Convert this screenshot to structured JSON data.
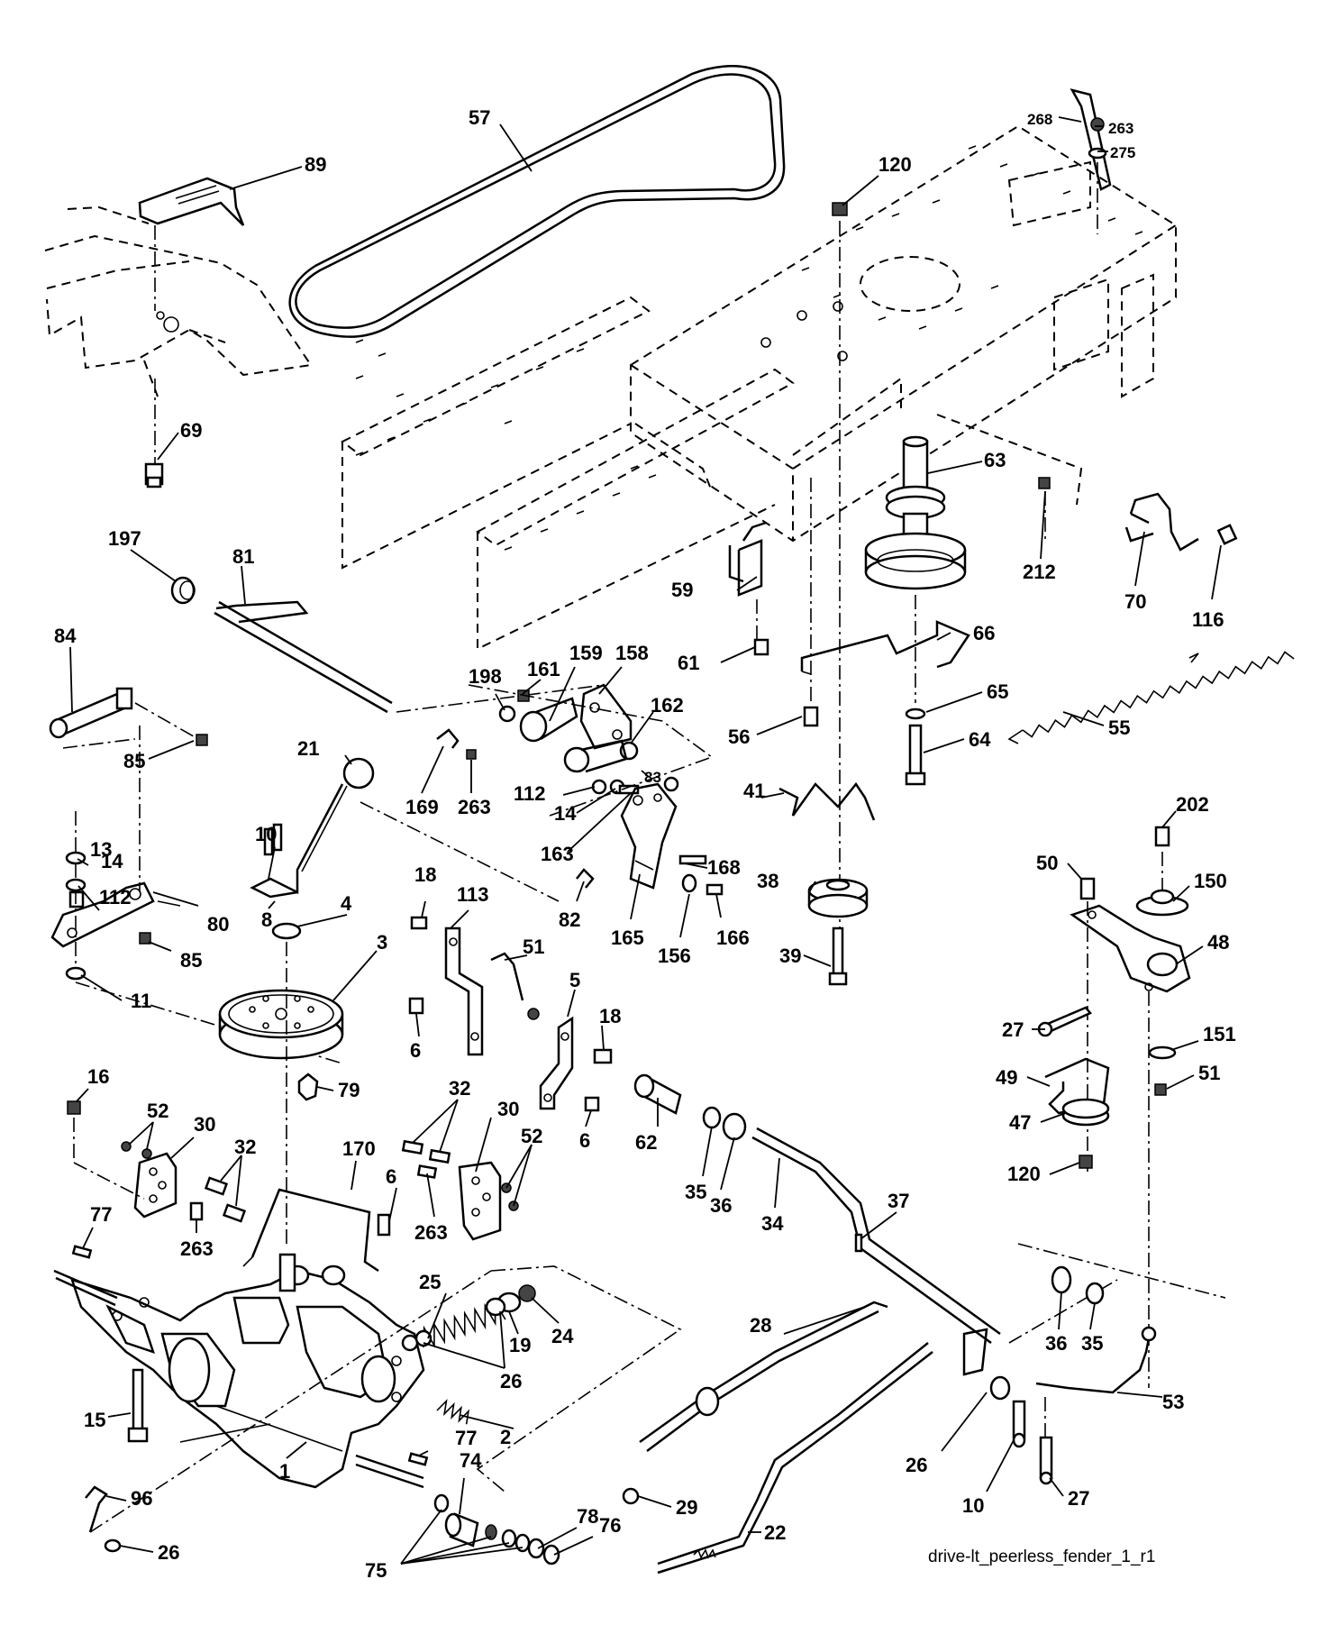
{
  "caption": "drive-lt_peerless_fender_1_r1",
  "part_numbers": [
    "57",
    "89",
    "120",
    "268",
    "263",
    "275",
    "69",
    "63",
    "212",
    "70",
    "116",
    "197",
    "81",
    "84",
    "85",
    "59",
    "61",
    "66",
    "65",
    "64",
    "55",
    "56",
    "198",
    "161",
    "159",
    "158",
    "162",
    "112",
    "14",
    "163",
    "83",
    "21",
    "169",
    "263",
    "10",
    "13",
    "14",
    "112",
    "80",
    "85",
    "11",
    "8",
    "4",
    "3",
    "168",
    "82",
    "165",
    "156",
    "166",
    "41",
    "38",
    "39",
    "202",
    "50",
    "150",
    "48",
    "27",
    "151",
    "51",
    "49",
    "47",
    "120",
    "18",
    "113",
    "51",
    "5",
    "18",
    "6",
    "6",
    "79",
    "16",
    "52",
    "30",
    "32",
    "32",
    "30",
    "52",
    "263",
    "263",
    "77",
    "170",
    "6",
    "62",
    "35",
    "36",
    "34",
    "37",
    "25",
    "19",
    "24",
    "26",
    "2",
    "28",
    "36",
    "35",
    "53",
    "15",
    "77",
    "29",
    "22",
    "26",
    "10",
    "27",
    "74",
    "78",
    "76",
    "96",
    "26",
    "75",
    "1"
  ]
}
